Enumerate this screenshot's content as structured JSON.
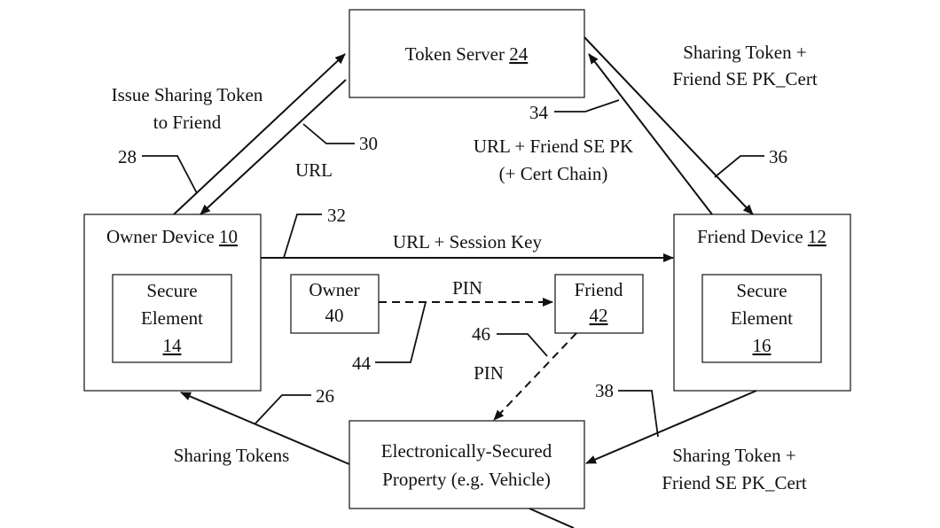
{
  "colors": {
    "ink": "#111111",
    "background": "#ffffff"
  },
  "nodes": {
    "token_server": {
      "label": "Token Server",
      "ref": "24"
    },
    "owner_device": {
      "label": "Owner Device",
      "ref": "10"
    },
    "friend_device": {
      "label": "Friend Device",
      "ref": "12"
    },
    "owner_se": {
      "line1": "Secure",
      "line2": "Element",
      "ref": "14"
    },
    "friend_se": {
      "line1": "Secure",
      "line2": "Element",
      "ref": "16"
    },
    "owner": {
      "label": "Owner",
      "ref": "40"
    },
    "friend": {
      "label": "Friend",
      "ref": "42"
    },
    "property": {
      "line1": "Electronically-Secured",
      "line2": "Property (e.g. Vehicle)"
    }
  },
  "edges": {
    "issue": {
      "line1": "Issue Sharing Token",
      "line2": "to Friend",
      "ref": "28"
    },
    "url_return": {
      "label": "URL",
      "ref": "30"
    },
    "url_session": {
      "label": "URL + Session Key",
      "ref": "32"
    },
    "url_friend_pk": {
      "line1": "URL + Friend SE PK",
      "line2": "(+ Cert Chain)",
      "ref": "34"
    },
    "token_to_friend": {
      "line1": "Sharing Token +",
      "line2": "Friend SE PK_Cert",
      "ref": "36"
    },
    "friend_to_property": {
      "line1": "Sharing Token +",
      "line2": "Friend SE PK_Cert",
      "ref": "38"
    },
    "property_to_owner": {
      "label": "Sharing Tokens",
      "ref": "26"
    },
    "pin_owner_friend": {
      "label": "PIN",
      "ref": "44"
    },
    "pin_friend_property": {
      "label": "PIN",
      "ref": "46"
    }
  }
}
